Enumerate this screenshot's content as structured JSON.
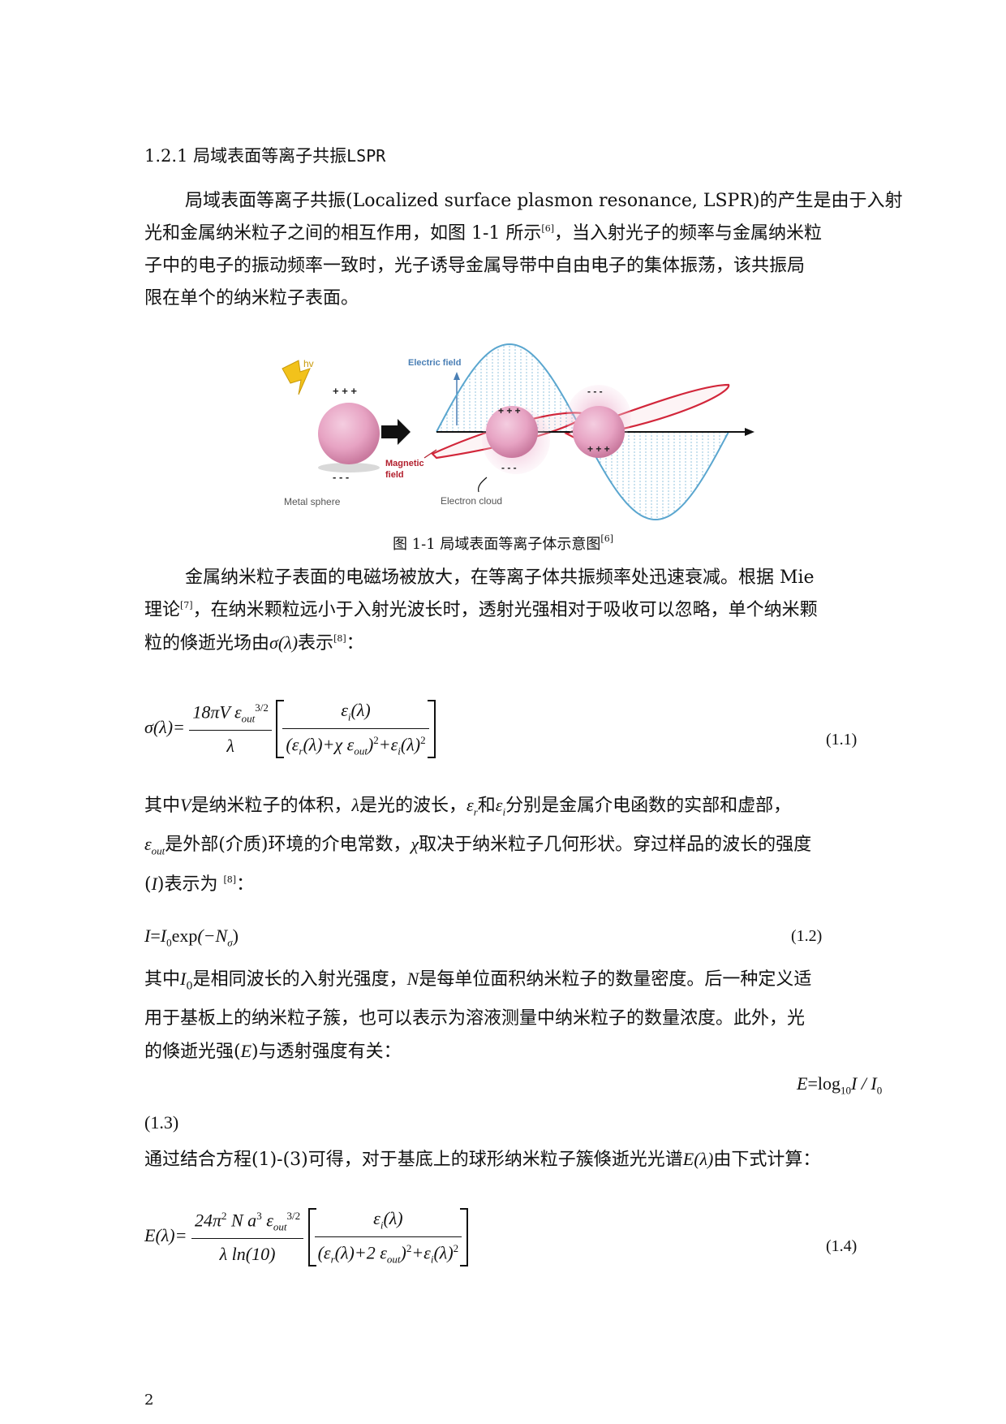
{
  "section": {
    "number": "1.2.1",
    "title": "局域表面等离子共振",
    "abbr": "LSPR"
  },
  "para1": {
    "a": "局域表面等离子共振(Localized surface plasmon resonance, LSPR)的产生是由于入射",
    "b": "光和金属纳米粒子之间的相互作用，如图 1-1 所示",
    "b_ref": "[6]",
    "b_tail": "，当入射光子的频率与金属纳米粒",
    "c": "子中的电子的振动频率一致时，光子诱导金属导带中自由电子的集体振荡，该共振局",
    "d": "限在单个的纳米粒子表面。"
  },
  "figure": {
    "labels": {
      "hv": "hv",
      "plus_left": "+ + +",
      "minus_left": "- - -",
      "metal": "Metal sphere",
      "magnetic_1": "Magnetic",
      "magnetic_2": "field",
      "electric": "Electric field",
      "electron": "Electron cloud",
      "plus_mid": "+ + +",
      "minus_mid": "- - -",
      "minus_right": "- - -",
      "plus_right": "+ + +"
    },
    "colors": {
      "sphere": "#e7a3c3",
      "wave_blue": "#5aa6cf",
      "wave_red": "#d2263a",
      "bolt": "#f2c21b",
      "text_blue": "#4a7fb5",
      "text_red": "#b21f2d",
      "text_gray": "#555555"
    },
    "caption": "图 1-1 局域表面等离子体示意图",
    "caption_ref": "[6]"
  },
  "para2": {
    "a": "金属纳米粒子表面的电磁场被放大，在等离子体共振频率处迅速衰减。根据 Mie",
    "b1": "理论",
    "b1_ref": "[7]",
    "b2": "，在纳米颗粒远小于入射光波长时，透射光强相对于吸收可以忽略，单个纳米颗",
    "c1": "粒的倏逝光场由",
    "c_sym": "σ(λ)",
    "c2": "表示",
    "c_ref": "[8]",
    "c3": "："
  },
  "eq1": {
    "lhs": "σ(λ)=",
    "num": "18πV ε",
    "num_sub": "out",
    "num_sup": "3/2",
    "den": "λ",
    "inner_num": "ε",
    "inner_num_sub": "i",
    "inner_num_tail": "(λ)",
    "inner_den": "(ε(λ)+χ ε)+ε(λ)",
    "number": "(1.1)"
  },
  "para3": {
    "a1": "其中",
    "a_v": "V",
    "a2": "是纳米粒子的体积，",
    "a_l": "λ",
    "a3": "是光的波长，",
    "a_er": "ε",
    "a_er_sub": "r",
    "a4": "和",
    "a_ei": "ε",
    "a_ei_sub": "i",
    "a5": "分别是金属介电函数的实部和虚部，",
    "b_e": "ε",
    "b_e_sub": "out",
    "b1": "是外部(介质)环境的介电常数，",
    "b_chi": "χ",
    "b2": "取决于纳米粒子几何形状。穿过样品的波长的强度",
    "c1": "(",
    "c_i": "I",
    "c2": ")表示为 ",
    "c_ref": "[8]",
    "c3": "："
  },
  "eq2": {
    "lhs": "I",
    "eq": "=",
    "i0": "I",
    "i0_sub": "0",
    "exp": "exp",
    "paren": "(−N",
    "paren_sub": "σ",
    "close": ")",
    "number": "(1.2)"
  },
  "para4": {
    "a1": "其中",
    "a_i": "I",
    "a_i_sub": "0",
    "a2": "是相同波长的入射光强度，",
    "a_n": "N",
    "a3": "是每单位面积纳米粒子的数量密度。后一种定义适",
    "b": "用于基板上的纳米粒子簇，也可以表示为溶液测量中纳米粒子的数量浓度。此外，光",
    "c1": "的倏逝光强(",
    "c_e": "E",
    "c2": ")与透射强度有关："
  },
  "eq3": {
    "lhs": "E",
    "rhs": "=log",
    "rhs_sub": "10",
    "tail": "I / I",
    "tail_sub": "0",
    "number": "(1.3)"
  },
  "para5": {
    "a": "通过结合方程(1)-(3)可得，对于基底上的球形纳米粒子簇倏逝光光谱",
    "a_sym": "E(λ)",
    "a_tail": "由下式计算："
  },
  "eq4": {
    "lhs": "E(λ)=",
    "num": "24π",
    "num_sup1": "2",
    "num_mid": " N a",
    "num_sup2": "3",
    "num_e": " ε",
    "num_sub": "out",
    "num_sup3": "3/2",
    "den": "λ ln(10)",
    "inner_num": "ε",
    "inner_num_sub": "i",
    "inner_num_tail": "(λ)",
    "number": "(1.4)"
  },
  "page_number": "2"
}
